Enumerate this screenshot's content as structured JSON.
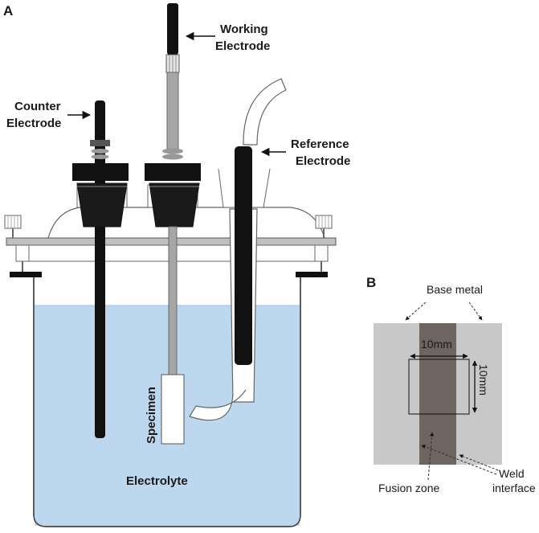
{
  "panel_a": {
    "letter": "A",
    "labels": {
      "working_line1": "Working",
      "working_line2": "Electrode",
      "counter_line1": "Counter",
      "counter_line2": "Electrode",
      "reference_line1": "Reference",
      "reference_line2": "Electrode",
      "specimen": "Specimen",
      "electrolyte": "Electrolyte"
    },
    "colors": {
      "electrolyte": "#bdd7ee",
      "electrode_black": "#111111",
      "rod_gray": "#a6a6a6",
      "lid_gray": "#bfbfbf"
    }
  },
  "panel_b": {
    "letter": "B",
    "labels": {
      "base_metal": "Base metal",
      "dim_horizontal": "10mm",
      "dim_vertical": "10mm",
      "fusion_zone": "Fusion zone",
      "weld_line1": "Weld",
      "weld_line2": "interface"
    },
    "colors": {
      "base_metal": "#c8c8c8",
      "fusion_zone": "#6e6462"
    }
  }
}
